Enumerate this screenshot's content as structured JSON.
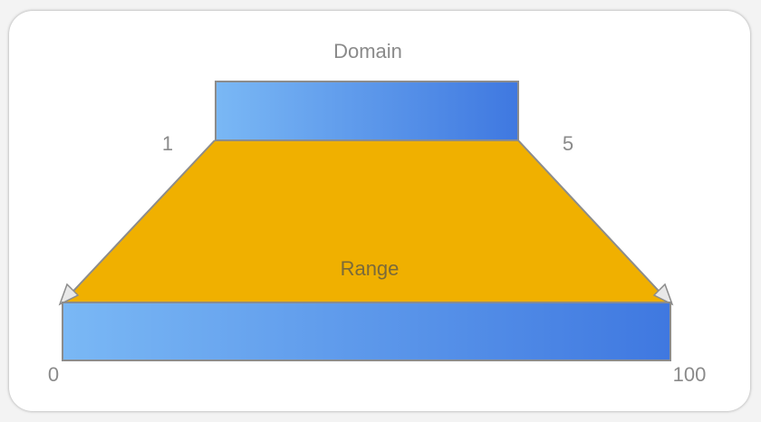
{
  "title": "Domain",
  "domain": {
    "min_label": "1",
    "max_label": "5"
  },
  "range": {
    "label": "Range",
    "min_label": "0",
    "max_label": "100"
  },
  "colors": {
    "bar_gradient_start": "#7ab8f5",
    "bar_gradient_end": "#3f78e0",
    "mapping_fill": "#f0b000",
    "outline": "#8c8c8c",
    "text": "#8a8a8a"
  }
}
